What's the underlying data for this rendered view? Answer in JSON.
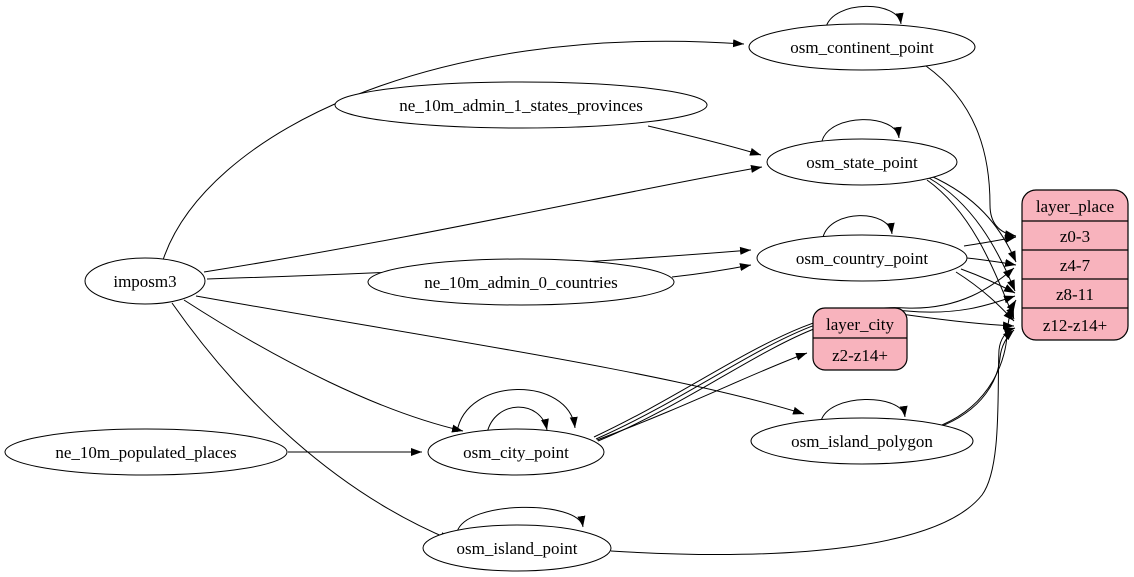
{
  "colors": {
    "background": "#ffffff",
    "node_fill": "#ffffff",
    "record_fill": "#f8b3bd",
    "stroke": "#000000"
  },
  "nodes": {
    "imposm3": {
      "label": "imposm3",
      "type": "ellipse"
    },
    "ne_10m_admin_1_states_provinces": {
      "label": "ne_10m_admin_1_states_provinces",
      "type": "ellipse"
    },
    "ne_10m_admin_0_countries": {
      "label": "ne_10m_admin_0_countries",
      "type": "ellipse"
    },
    "ne_10m_populated_places": {
      "label": "ne_10m_populated_places",
      "type": "ellipse"
    },
    "osm_continent_point": {
      "label": "osm_continent_point",
      "type": "ellipse"
    },
    "osm_state_point": {
      "label": "osm_state_point",
      "type": "ellipse"
    },
    "osm_country_point": {
      "label": "osm_country_point",
      "type": "ellipse"
    },
    "osm_city_point": {
      "label": "osm_city_point",
      "type": "ellipse"
    },
    "osm_island_polygon": {
      "label": "osm_island_polygon",
      "type": "ellipse"
    },
    "osm_island_point": {
      "label": "osm_island_point",
      "type": "ellipse"
    },
    "layer_place": {
      "title": "layer_place",
      "rows": [
        "z0-3",
        "z4-7",
        "z8-11",
        "z12-z14+"
      ],
      "type": "record"
    },
    "layer_city": {
      "title": "layer_city",
      "rows": [
        "z2-z14+"
      ],
      "type": "record"
    }
  },
  "edges": [
    {
      "from": "imposm3",
      "to": "osm_continent_point"
    },
    {
      "from": "imposm3",
      "to": "osm_state_point"
    },
    {
      "from": "imposm3",
      "to": "osm_country_point"
    },
    {
      "from": "imposm3",
      "to": "osm_city_point"
    },
    {
      "from": "imposm3",
      "to": "osm_island_polygon"
    },
    {
      "from": "imposm3",
      "to": "osm_island_point"
    },
    {
      "from": "ne_10m_admin_1_states_provinces",
      "to": "osm_state_point"
    },
    {
      "from": "ne_10m_admin_0_countries",
      "to": "osm_country_point"
    },
    {
      "from": "ne_10m_populated_places",
      "to": "osm_city_point"
    },
    {
      "from": "osm_continent_point",
      "to": "osm_continent_point"
    },
    {
      "from": "osm_state_point",
      "to": "osm_state_point"
    },
    {
      "from": "osm_country_point",
      "to": "osm_country_point"
    },
    {
      "from": "osm_city_point",
      "to": "osm_city_point"
    },
    {
      "from": "osm_city_point",
      "to": "osm_city_point"
    },
    {
      "from": "osm_island_point",
      "to": "osm_island_point"
    },
    {
      "from": "osm_island_polygon",
      "to": "osm_island_polygon"
    },
    {
      "from": "osm_continent_point",
      "to": "layer_place",
      "row": "z0-3"
    },
    {
      "from": "osm_country_point",
      "to": "layer_place",
      "row": "z0-3"
    },
    {
      "from": "osm_country_point",
      "to": "layer_place",
      "row": "z4-7"
    },
    {
      "from": "osm_country_point",
      "to": "layer_place",
      "row": "z8-11"
    },
    {
      "from": "osm_country_point",
      "to": "layer_place",
      "row": "z12-z14+"
    },
    {
      "from": "osm_state_point",
      "to": "layer_place",
      "row": "z4-7"
    },
    {
      "from": "osm_state_point",
      "to": "layer_place",
      "row": "z8-11"
    },
    {
      "from": "osm_state_point",
      "to": "layer_place",
      "row": "z12-z14+"
    },
    {
      "from": "osm_city_point",
      "to": "layer_city",
      "row": "z2-z14+"
    },
    {
      "from": "osm_city_point",
      "to": "layer_place",
      "row": "z4-7"
    },
    {
      "from": "osm_city_point",
      "to": "layer_place",
      "row": "z8-11"
    },
    {
      "from": "osm_city_point",
      "to": "layer_place",
      "row": "z12-z14+"
    },
    {
      "from": "osm_island_polygon",
      "to": "layer_place",
      "row": "z8-11"
    },
    {
      "from": "osm_island_polygon",
      "to": "layer_place",
      "row": "z12-z14+"
    },
    {
      "from": "osm_island_point",
      "to": "layer_place",
      "row": "z12-z14+"
    }
  ]
}
